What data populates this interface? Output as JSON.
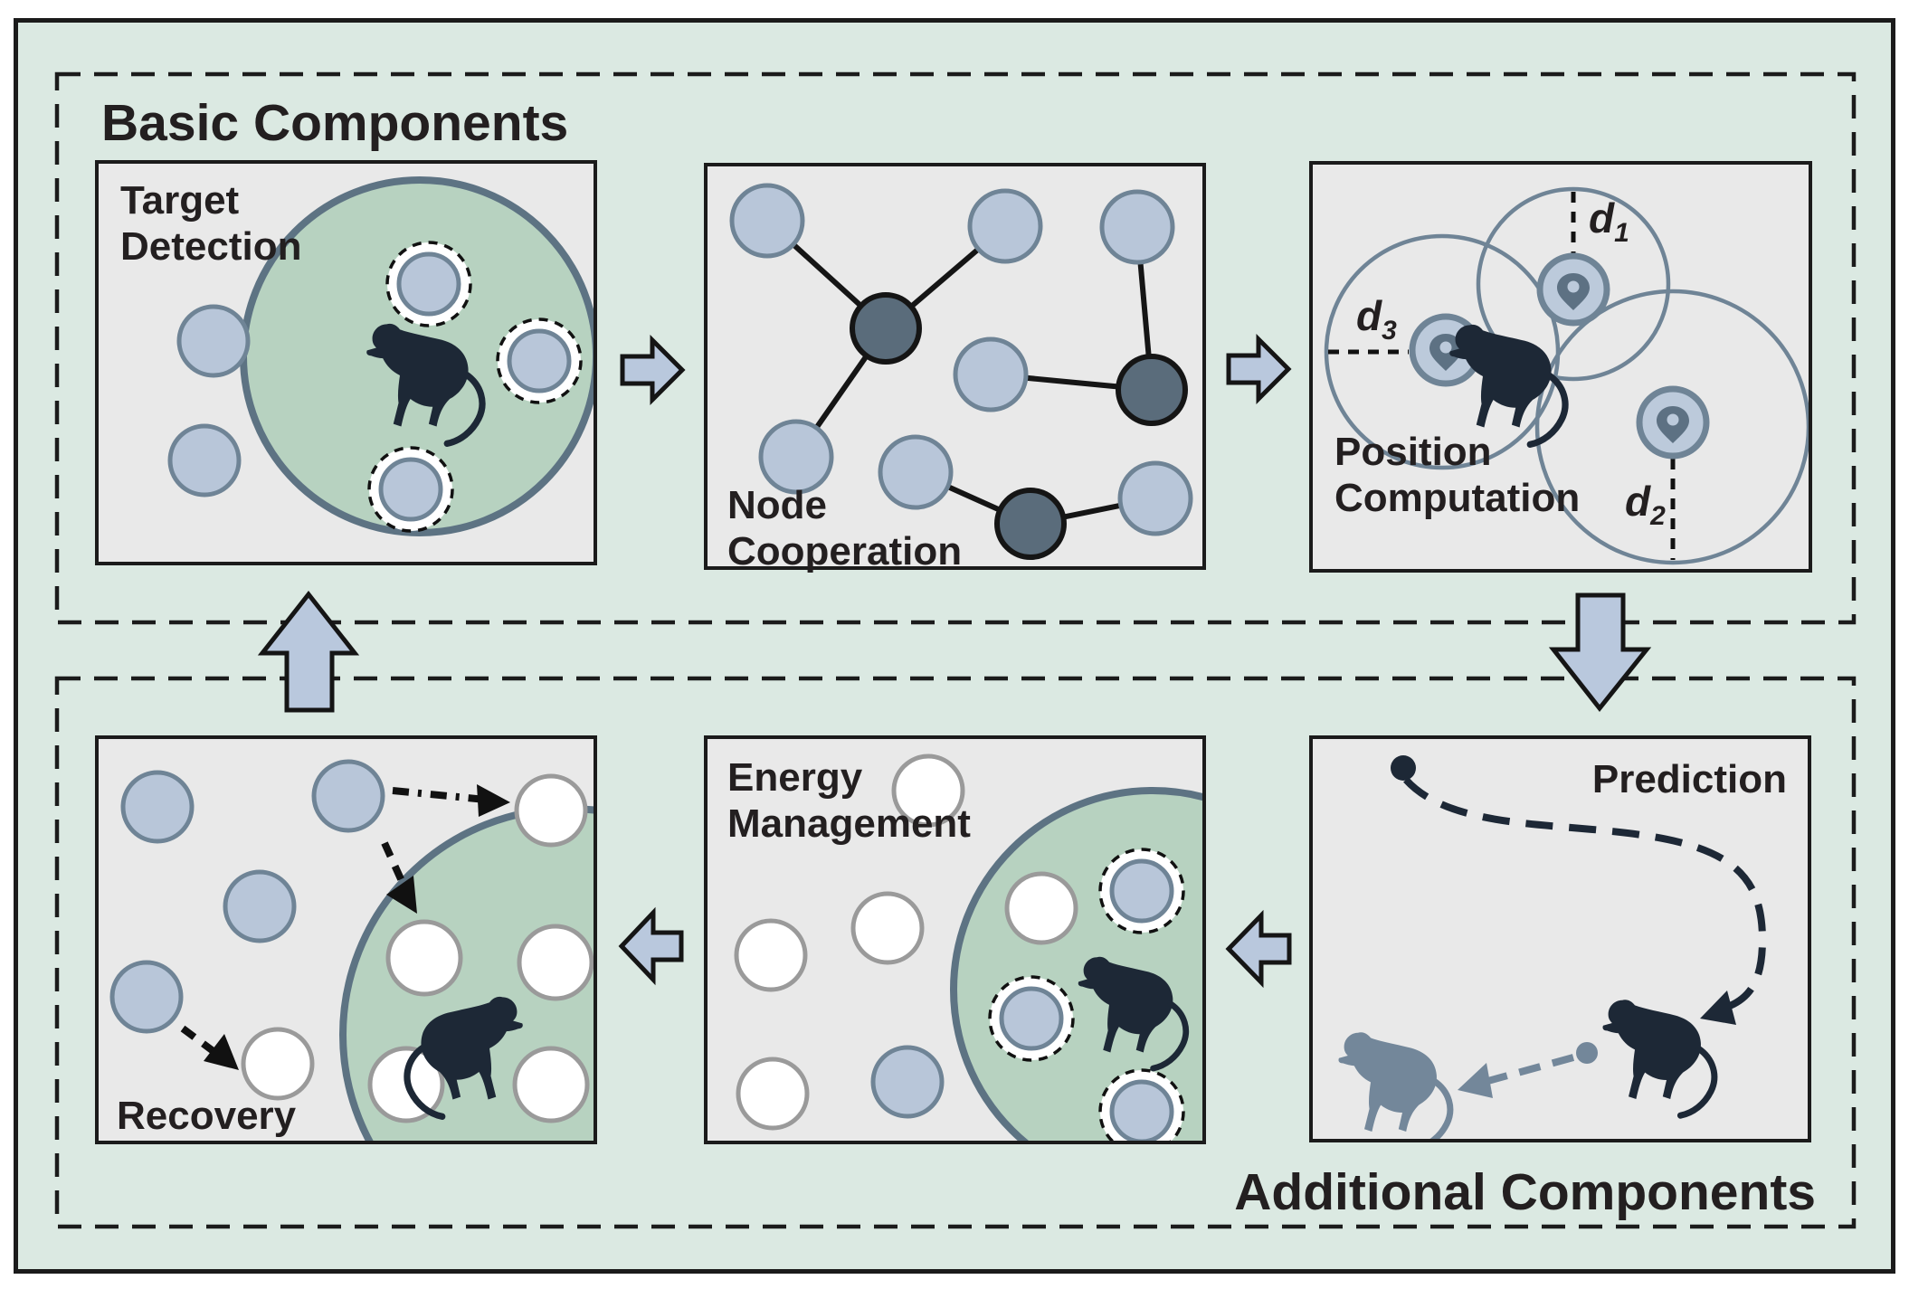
{
  "diagram": {
    "sections": {
      "basic": {
        "title": "Basic Components"
      },
      "additional": {
        "title": "Additional Components"
      }
    },
    "panels": {
      "target_detection": {
        "title": "Target Detection"
      },
      "node_cooperation": {
        "title": "Node Cooperation"
      },
      "position_computation": {
        "title": "Position Computation",
        "distance_labels": [
          {
            "base": "d",
            "sub": "1"
          },
          {
            "base": "d",
            "sub": "2"
          },
          {
            "base": "d",
            "sub": "3"
          }
        ]
      },
      "recovery": {
        "title": "Recovery"
      },
      "energy_management": {
        "title": "Energy Management"
      },
      "prediction": {
        "title": "Prediction"
      }
    },
    "flow": [
      "target-detection to node-cooperation",
      "node-cooperation to position-computation",
      "position-computation to prediction",
      "prediction to energy-management",
      "energy-management to recovery",
      "recovery to target-detection"
    ],
    "icons": [
      "monkey-icon",
      "location-pin-icon",
      "sensor-node-icon",
      "cluster-head-node-icon",
      "sleeping-node-icon",
      "active-node-icon",
      "block-arrow-icon"
    ],
    "colors": {
      "background_green": "#dbe9e2",
      "panel_grey": "#e9e9e9",
      "node_blue": "#b8c6d9",
      "node_blue_border": "#6f8496",
      "dark_node": "#5a6c7b",
      "detection_green": "#b7d2c0",
      "detection_border": "#5d7383",
      "arrow_blue": "#b9c8dd",
      "monkey_dark": "#1d2836",
      "monkey_grey": "#73879a",
      "outline_black": "#1b1b1b"
    }
  }
}
